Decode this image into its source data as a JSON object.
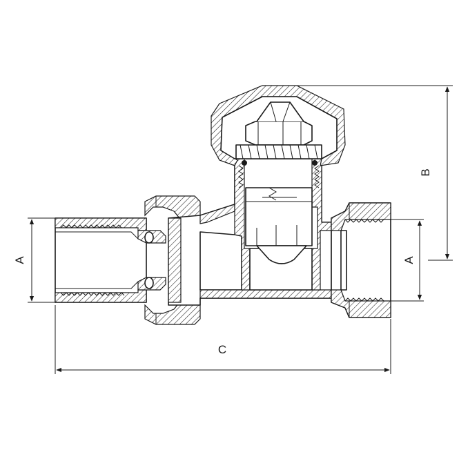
{
  "dimensions": {
    "a_left": "A",
    "a_right": "A",
    "b": "B",
    "c": "C"
  }
}
